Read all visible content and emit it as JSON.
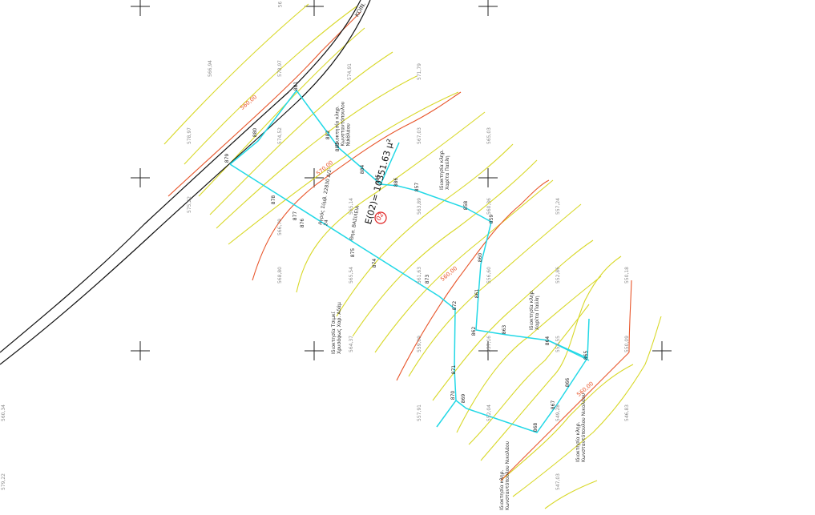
{
  "area": {
    "parcel_id": "02",
    "area_text": "E(02)= 10351.63 μ²"
  },
  "colors": {
    "contour": "#d8d828",
    "index_contour": "#e8552a",
    "boundary": "#22d8e6",
    "road": "#111111",
    "elevation_text": "#8a8a8a",
    "parcel_circle": "#e02020"
  },
  "road": {
    "label": "ΚΟΙΝ."
  },
  "index_labels": [
    "560,00",
    "570,00",
    "560,00",
    "560,00"
  ],
  "vertices": [
    "879",
    "880",
    "881",
    "882",
    "883",
    "884",
    "885",
    "886",
    "857",
    "858",
    "859",
    "860",
    "861",
    "862",
    "863",
    "864",
    "865",
    "866",
    "867",
    "868",
    "869",
    "870",
    "871",
    "872",
    "873",
    "874",
    "875",
    "876",
    "877",
    "878"
  ],
  "owners": {
    "north": "Ιδιοκτησία κληρ. Κωνσταντόπουλου Νικολάου",
    "road_strip": "Αγρός Σύμβ. 22830 Δ/2-24",
    "inner": "Θησ. ΒΑΣΙΛΕΙΑ",
    "east_upper": "Ιδιοκτησία κληρ. Χαρίτα Παύλη",
    "east_lower": "Ιδιοκτησία κληρ. Χαρίτα Παύλη",
    "west": "Ιδιοκτησία Τσιμκί Χρυσάφως Χαρ. Αδάμ",
    "south_east": "Ιδιοκτησία κληρ. Κωνσταντόπουλου Νικολάου",
    "south": "Ιδιοκτησία κληρ. Κωνσταντόπουλου Νικολάου"
  },
  "elevations": [
    "56",
    "566,94",
    "578,97",
    "574,91",
    "571,79",
    "578,97",
    "574,52",
    "568,",
    "567,03",
    "565,03",
    "575,22",
    "566,79",
    "565,14",
    "563,89",
    "560,36",
    "557,24",
    "568,80",
    "565,54",
    "561,63",
    "556,60",
    "552,86",
    "550,18",
    "564,37",
    "559,09",
    "557,16",
    "553,55",
    "550,09",
    "557,91",
    "552,04",
    "549,28",
    "546,83",
    "547,03",
    "560,34",
    "579,22"
  ]
}
